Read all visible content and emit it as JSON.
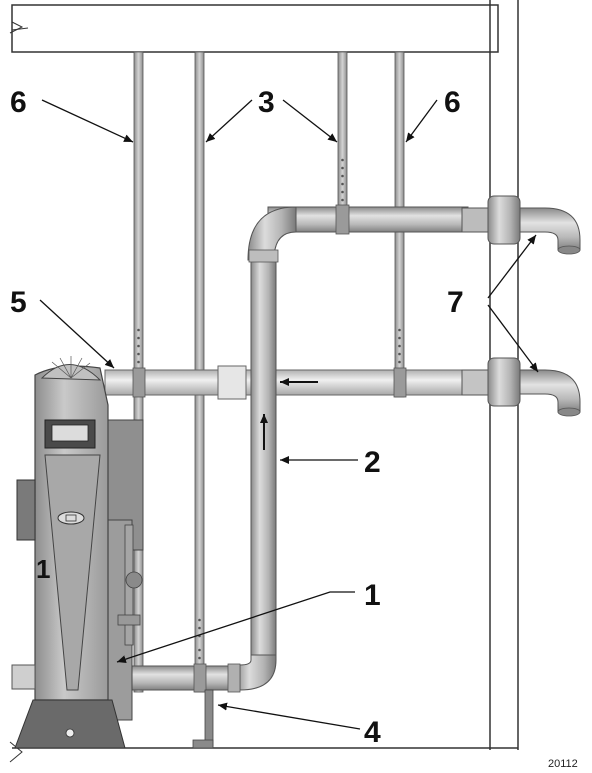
{
  "diagram": {
    "figure_number": "20112",
    "callouts": {
      "boiler": "1",
      "boiler_connection": "1",
      "supply_pipe": "2",
      "hanger_center": "3",
      "floor_support": "4",
      "horizontal_pipe": "5",
      "hanger_left": "6",
      "hanger_right": "6",
      "terminations": "7"
    },
    "colors": {
      "pipe": "#c8c8c8",
      "pipe_dark": "#8f8f8f",
      "boiler": "#b5b5b5",
      "boiler_dark": "#6f6f6f",
      "line": "#222222"
    }
  }
}
